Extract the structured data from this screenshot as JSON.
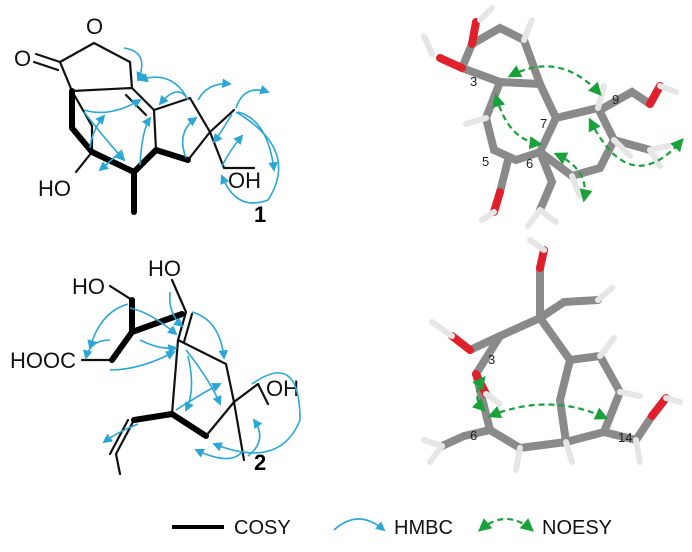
{
  "compound_1": {
    "label": "1",
    "atoms": {
      "carbonyl_o": "O",
      "ring_o": "O",
      "oh_left": "HO",
      "oh_right": "OH"
    },
    "noesy_numbers": [
      "3",
      "5",
      "6",
      "7",
      "9"
    ]
  },
  "compound_2": {
    "label": "2",
    "atoms": {
      "ho_top_left": "HO",
      "ho_top": "HO",
      "acid": "HOOC",
      "oh_right": "OH"
    },
    "noesy_numbers": [
      "3",
      "6",
      "14"
    ]
  },
  "legend": {
    "cosy": "COSY",
    "hmbc": "HMBC",
    "noesy": "NOESY"
  },
  "colors": {
    "hmbc": "#2aa7d6",
    "noesy": "#1aa23a",
    "oxygen": "#e0202a",
    "carbon": "#8a8a8a",
    "hydrogen": "#e6e6e6"
  }
}
